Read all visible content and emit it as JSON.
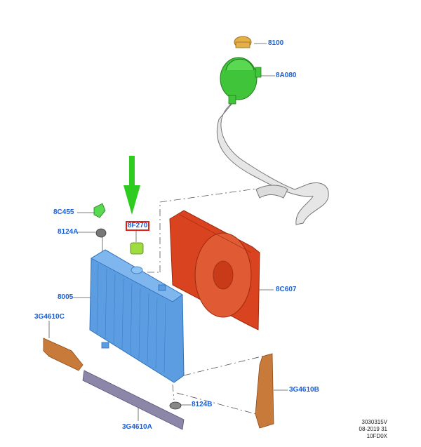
{
  "parts": [
    {
      "id": "p8100",
      "number": "8100"
    },
    {
      "id": "p8A080",
      "number": "8A080"
    },
    {
      "id": "p8C455",
      "number": "8C455"
    },
    {
      "id": "p8F270",
      "number": "8F270",
      "highlighted": true
    },
    {
      "id": "p8124A",
      "number": "8124A"
    },
    {
      "id": "p8005",
      "number": "8005"
    },
    {
      "id": "p8C607",
      "number": "8C607"
    },
    {
      "id": "p3G4610C",
      "number": "3G4610C"
    },
    {
      "id": "p3G4610B",
      "number": "3G4610B"
    },
    {
      "id": "p8124B",
      "number": "8124B"
    },
    {
      "id": "p3G4610A",
      "number": "3G4610A"
    }
  ],
  "footer": {
    "line1": "3030315V",
    "line2": "08-2019 31",
    "line3": "10FD0X"
  },
  "colors": {
    "label": "#1a5fd6",
    "highlight_box": "#e2231a",
    "arrow": "#2ecc1f",
    "radiator": "#4a90d9",
    "fan_shroud": "#d9431f",
    "reservoir": "#3fc43a",
    "cap": "#e3b04a",
    "deflector": "#c87a3a",
    "seal": "#8c86a8"
  }
}
